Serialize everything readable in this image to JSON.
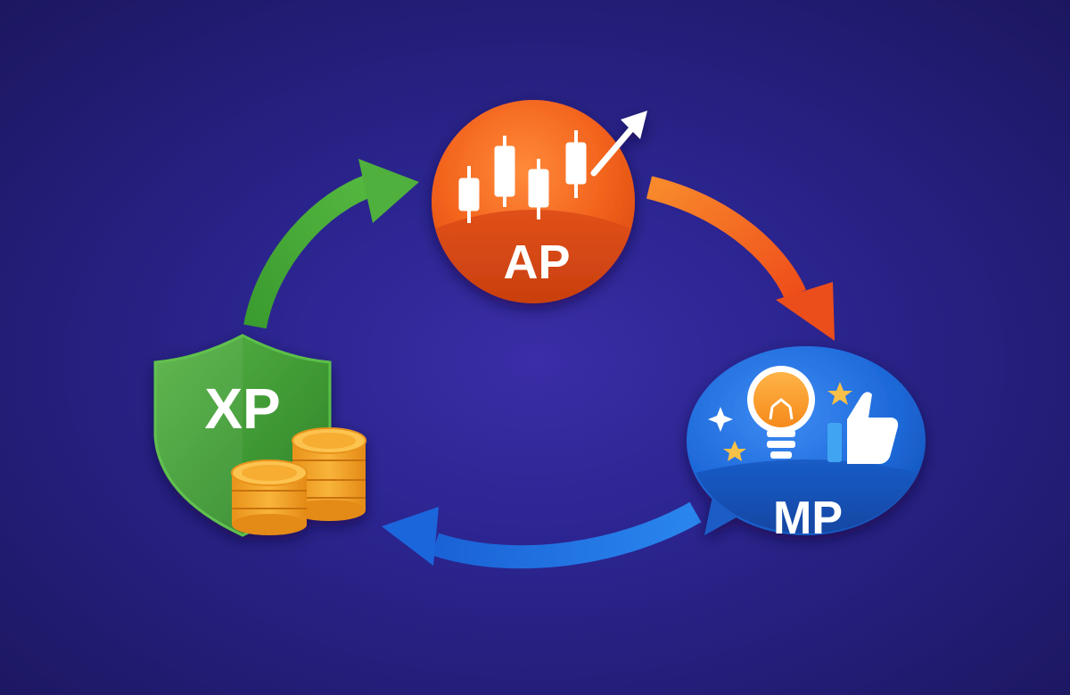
{
  "nodes": {
    "ap": {
      "label": "AP",
      "color": "#f26a1f"
    },
    "mp": {
      "label": "MP",
      "color": "#1a63d1"
    },
    "xp": {
      "label": "XP",
      "color": "#3f9a34"
    }
  },
  "arrows": {
    "xp_to_ap": {
      "color": "#43a334"
    },
    "ap_to_mp": {
      "color": "#f2621c"
    },
    "mp_to_xp": {
      "color": "#1e6fe0"
    }
  },
  "icons": {
    "ap": [
      "candlestick-chart-icon",
      "trend-arrow-icon"
    ],
    "mp": [
      "lightbulb-icon",
      "thumbs-up-icon",
      "star-icon",
      "sparkle-icon"
    ],
    "xp": [
      "shield-icon",
      "coin-stack-icon"
    ]
  }
}
